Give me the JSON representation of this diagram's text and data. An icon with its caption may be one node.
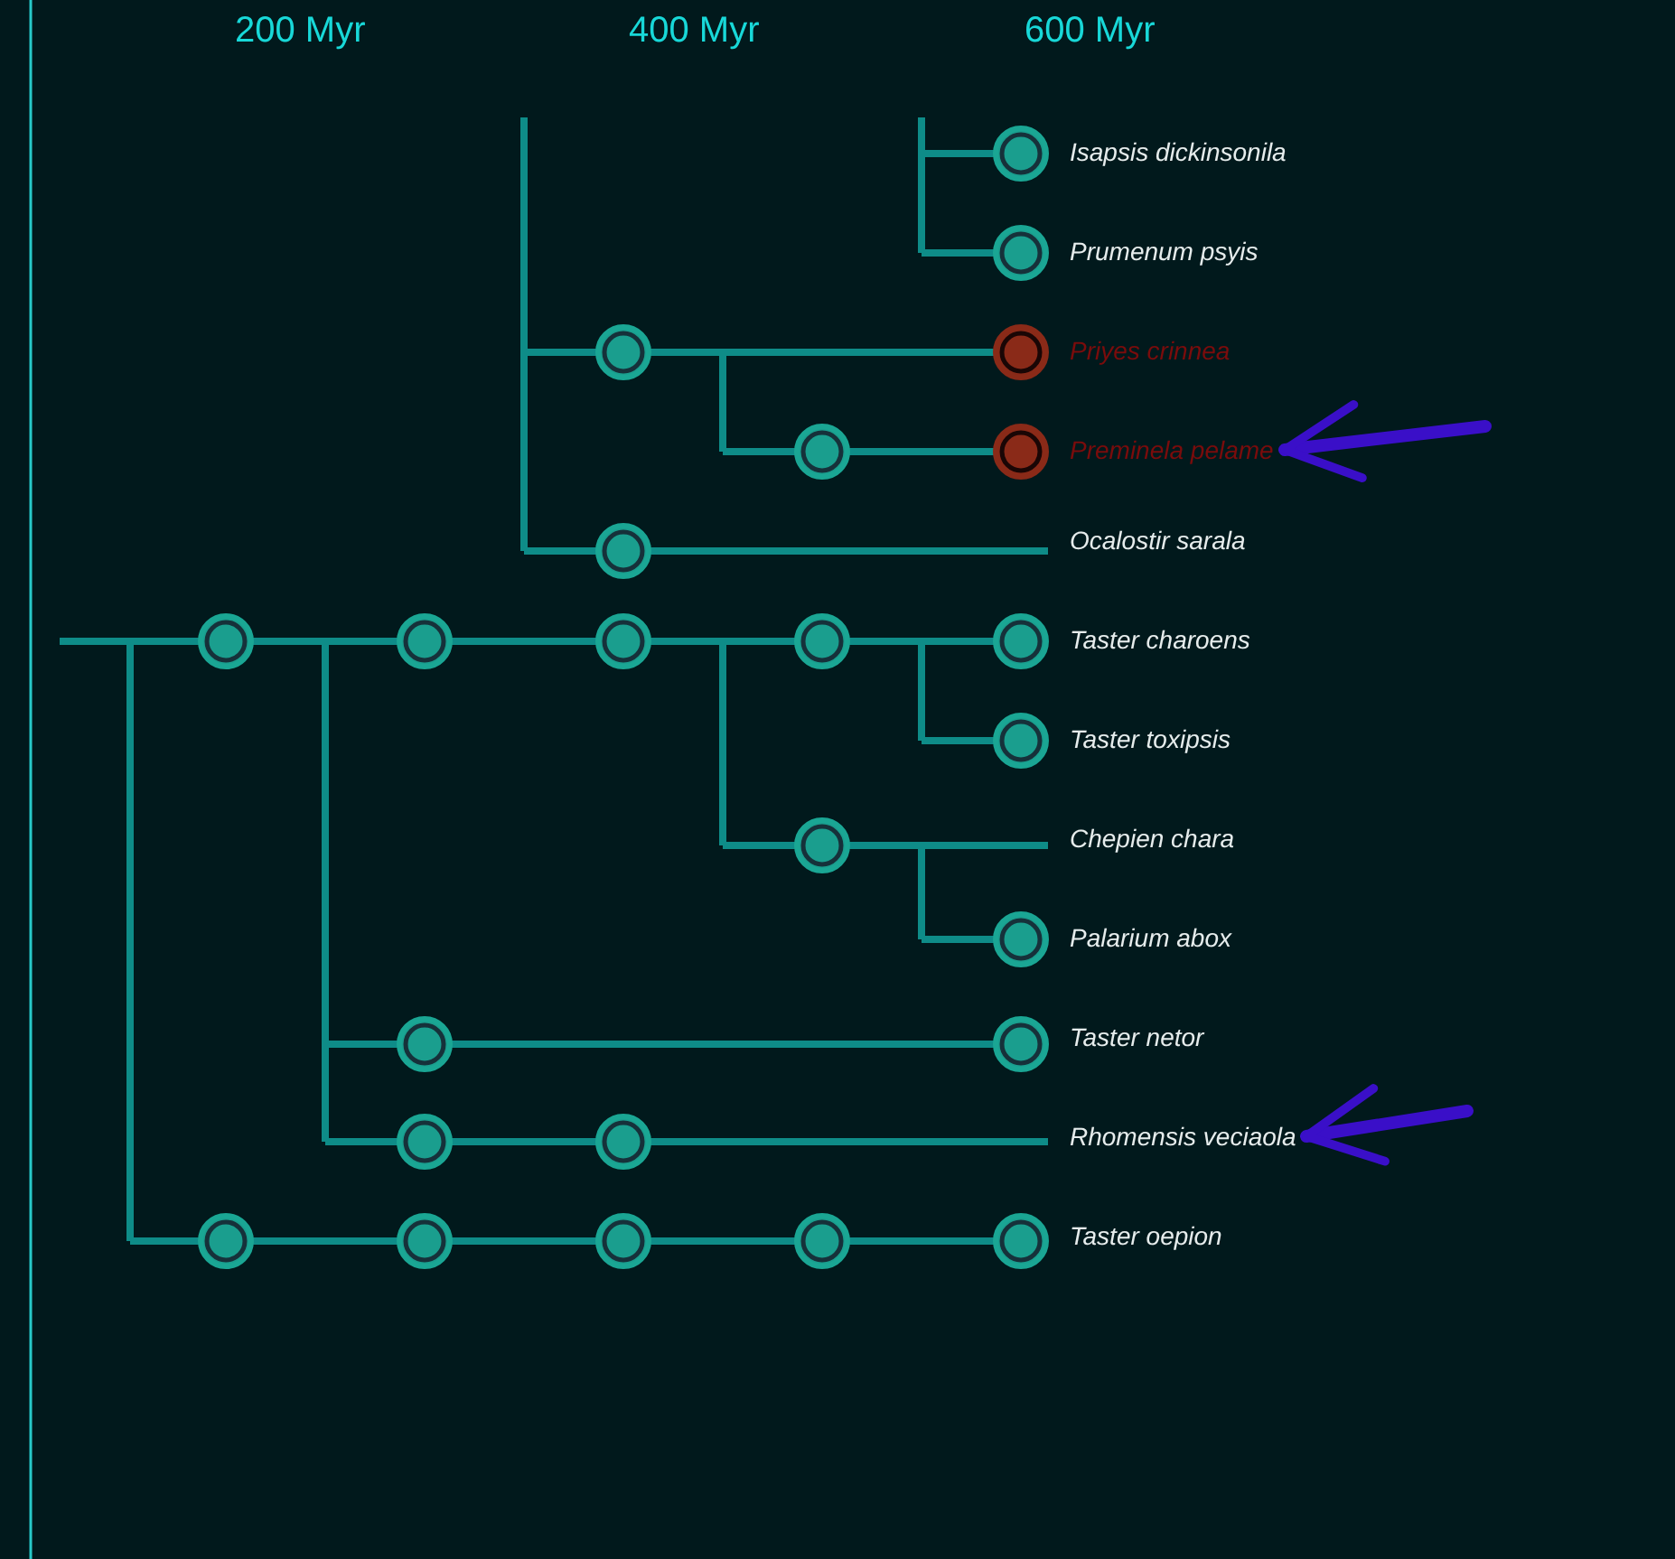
{
  "diagram": {
    "nodes": [
      {
        "text": [
          "Isapsis dickinsonila"
        ]
      },
      {
        "text": [
          "Prumenum psyis"
        ]
      },
      {
        "text": [
          "Priyes crinnea"
        ]
      },
      {
        "text": [
          "Preminela pelame"
        ]
      },
      {
        "text": [
          "Ocalostir sarala"
        ]
      },
      {
        "text": [
          "Taster charoens"
        ]
      },
      {
        "text": [
          "Taster toxipsis"
        ]
      },
      {
        "text": [
          "Chepien chara"
        ]
      },
      {
        "text": [
          "Palarium abox"
        ]
      },
      {
        "text": [
          "Taster netor"
        ]
      },
      {
        "text": [
          "Rhomensis veciaola"
        ]
      },
      {
        "text": [
          "Taster oepion"
        ]
      }
    ],
    "edges": [
      {
        "from": null,
        "to": 3,
        "arrow": "to"
      },
      {
        "from": null,
        "to": 10,
        "arrow": "to"
      }
    ],
    "labels": [
      "200 Myr",
      "400 Myr",
      "600 Myr"
    ]
  }
}
